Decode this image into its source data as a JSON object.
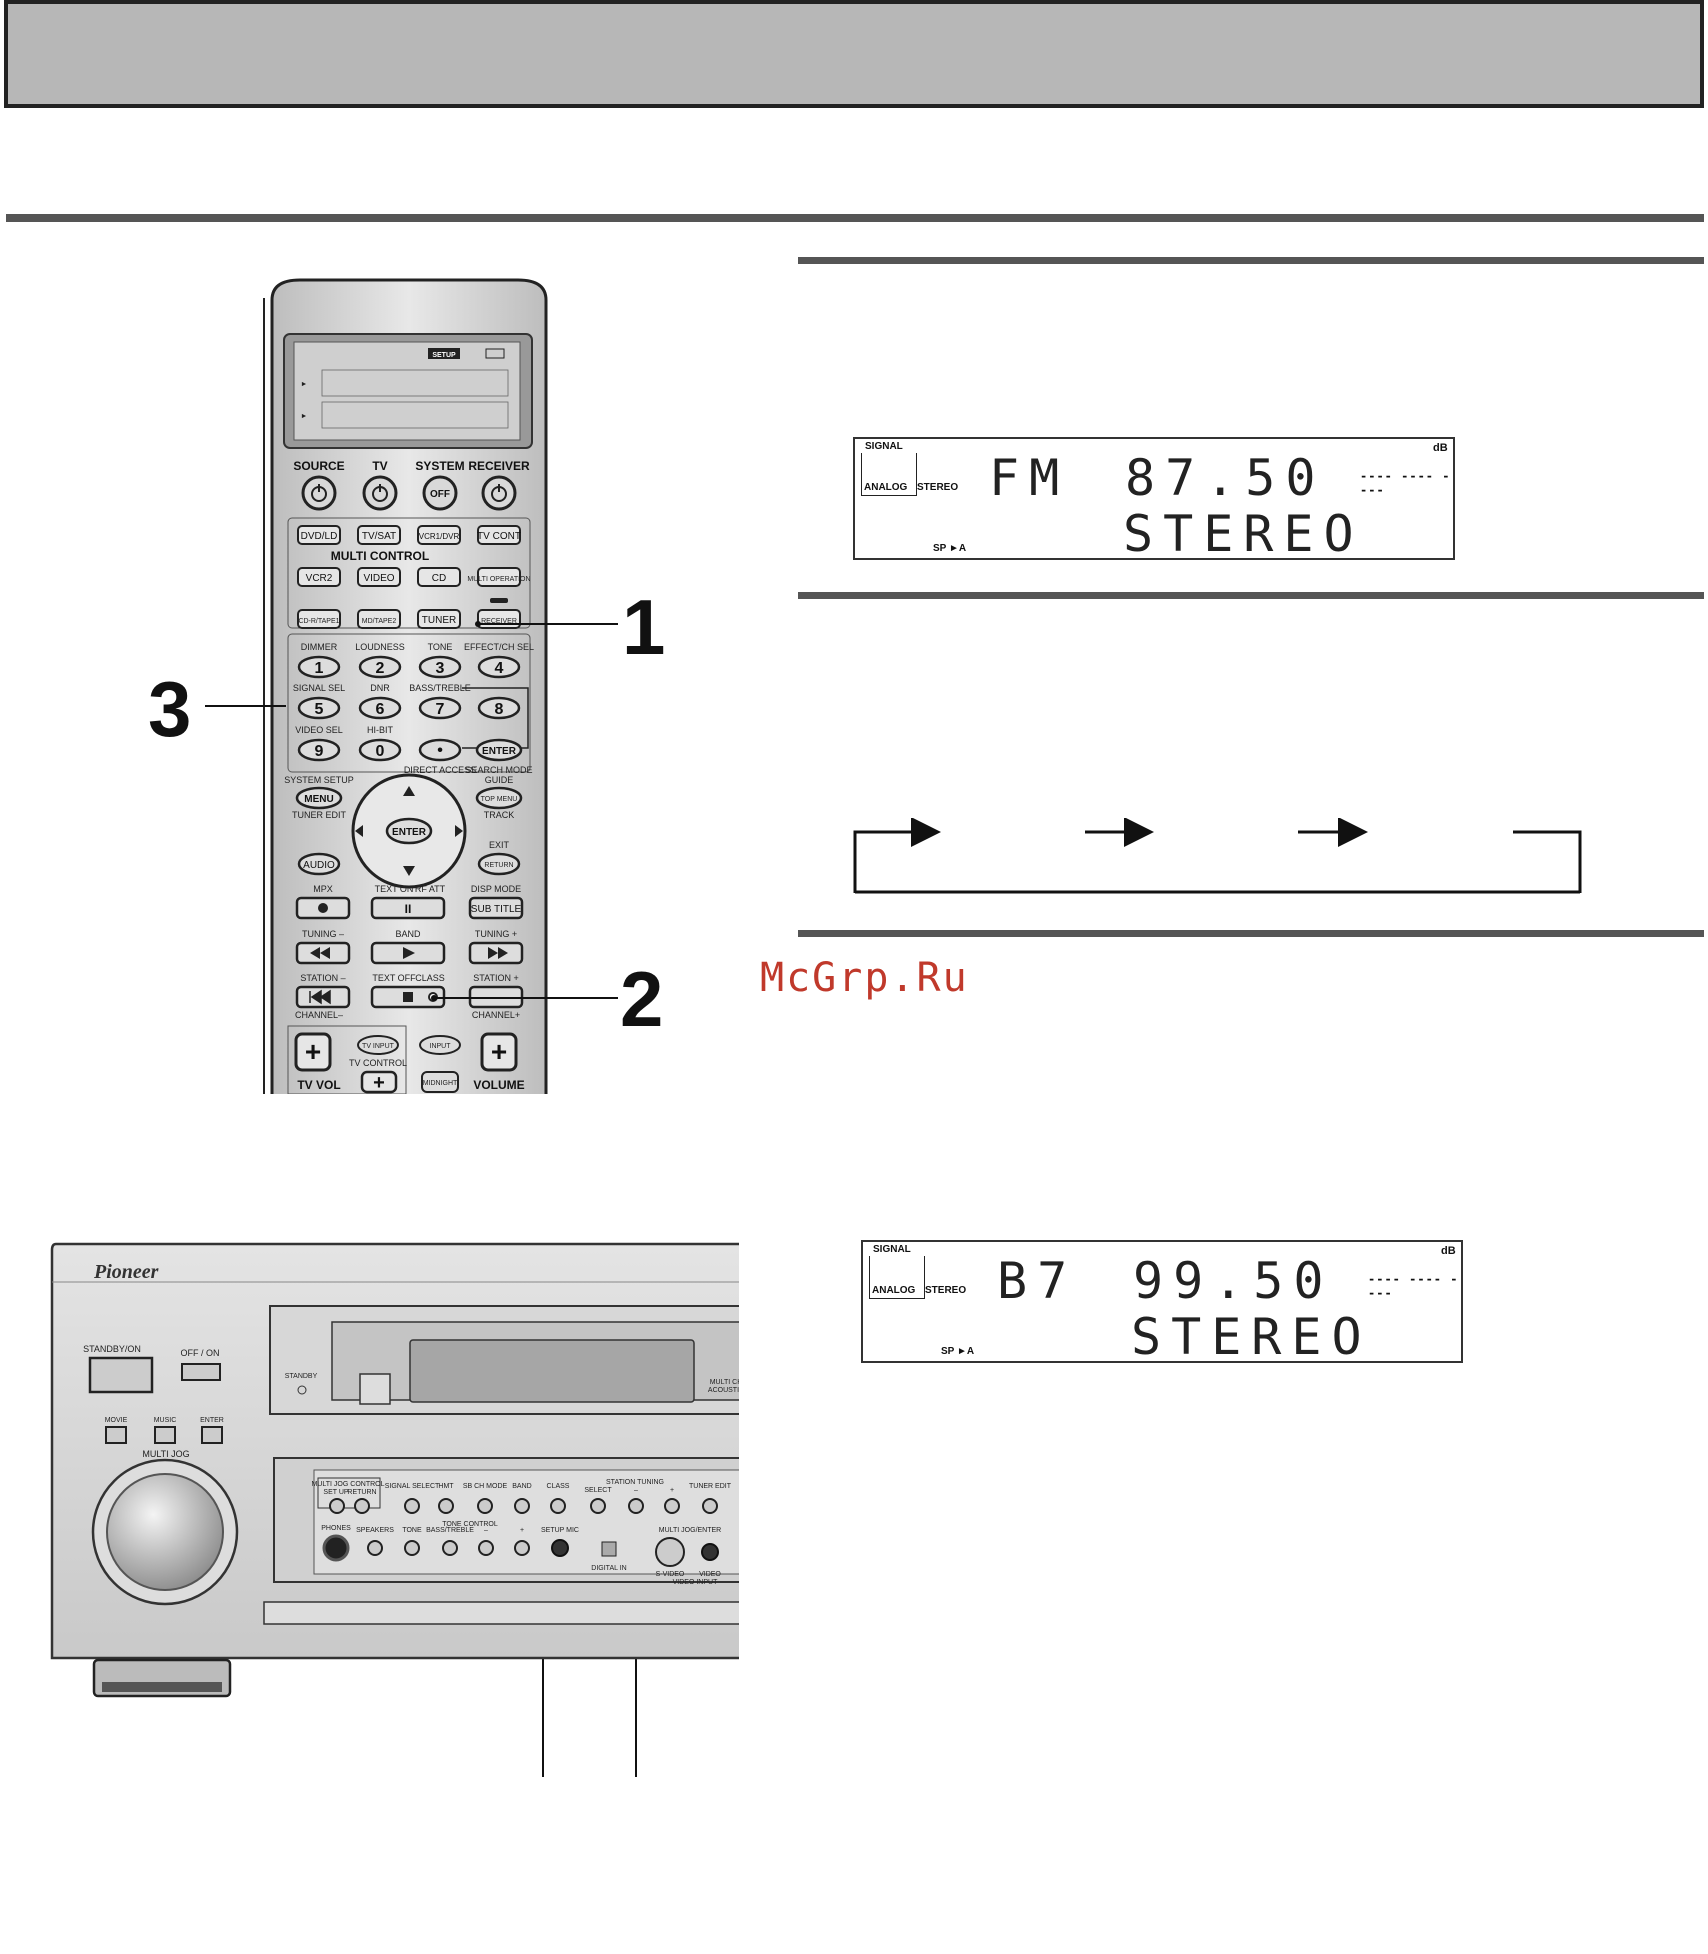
{
  "watermark": "McGrp.Ru",
  "callouts": {
    "one": "1",
    "two": "2",
    "three": "3"
  },
  "remote": {
    "setup_badge": "SETUP",
    "power_labels": [
      "SOURCE",
      "TV",
      "SYSTEM",
      "RECEIVER"
    ],
    "off_label": "OFF",
    "multi_control": "MULTI CONTROL",
    "row1": [
      "DVD/LD",
      "TV/SAT",
      "VCR1/DVR",
      "TV CONT"
    ],
    "row2": [
      "VCR2",
      "VIDEO",
      "CD",
      "MULTI OPERATION"
    ],
    "row3": [
      "CD-R/TAPE1",
      "MD/TAPE2",
      "TUNER",
      "RECEIVER"
    ],
    "num_labels": [
      "DIMMER",
      "LOUDNESS",
      "TONE",
      "EFFECT/CH SEL",
      "SIGNAL SEL",
      "DNR",
      "BASS/TREBLE",
      "",
      "VIDEO SEL",
      "HI-BIT"
    ],
    "nums": [
      "1",
      "2",
      "3",
      "4",
      "5",
      "6",
      "7",
      "8",
      "9",
      "0"
    ],
    "plus": "+",
    "dot_label": "•",
    "enter": "ENTER",
    "direct_access": "DIRECT ACCESS",
    "search_mode": "SEARCH MODE",
    "guide": "GUIDE",
    "system_setup": "SYSTEM SETUP",
    "menu": "MENU",
    "top_menu": "TOP MENU",
    "tuner_edit": "TUNER EDIT",
    "track": "TRACK",
    "audio": "AUDIO",
    "exit": "EXIT",
    "return": "RETURN",
    "mpx": "MPX",
    "text_on": "TEXT ON",
    "rf_att": "RF ATT",
    "disp_mode": "DISP MODE",
    "sub_title": "SUB TITLE",
    "tuning_minus": "TUNING –",
    "band": "BAND",
    "tuning_plus": "TUNING +",
    "station_minus": "STATION –",
    "text_off": "TEXT OFF",
    "class": "CLASS",
    "station_plus": "STATION +",
    "channel_minus": "CHANNEL–",
    "channel_plus": "CHANNEL+",
    "tv_input": "TV INPUT",
    "input": "INPUT",
    "tv_control": "TV CONTROL",
    "midnight": "MIDNIGHT",
    "tv_vol": "TV VOL",
    "volume": "VOLUME"
  },
  "display1": {
    "signal": "SIGNAL",
    "analog": "ANALOG",
    "stereo": "STEREO",
    "db": "dB",
    "sp": "SP ►A",
    "band": "FM",
    "freq": "87.50",
    "line2": "STEREO",
    "meter": "---- ---- ----"
  },
  "display2": {
    "signal": "SIGNAL",
    "analog": "ANALOG",
    "stereo": "STEREO",
    "db": "dB",
    "sp": "SP ►A",
    "band": "B7",
    "freq": "99.50",
    "line2": "STEREO",
    "meter": "---- ---- ----"
  },
  "receiver": {
    "brand": "Pioneer",
    "standby_on": "STANDBY/ON",
    "off_on": "OFF / ON",
    "standby": "STANDBY",
    "movie": "MOVIE",
    "music": "MUSIC",
    "enter": "ENTER",
    "multi_jog": "MULTI JOG",
    "multi_ch": "MULTI CH",
    "acoustic": "ACOUSTIC",
    "multi_jog_control": "MULTI JOG CONTROL",
    "set_up": "SET UP",
    "return": "RETURN",
    "signal_select": "SIGNAL SELECT",
    "hmt": "HMT",
    "sb_ch_mode": "SB CH MODE",
    "band": "BAND",
    "class": "CLASS",
    "station_tuning": "STATION TUNING",
    "select": "SELECT",
    "minus": "–",
    "plus": "+",
    "tuner_edit": "TUNER EDIT",
    "phones": "PHONES",
    "speakers": "SPEAKERS",
    "tone_control": "TONE CONTROL",
    "tone": "TONE",
    "bass_treble": "BASS/TREBLE",
    "setup_mic": "SETUP MIC",
    "digital_in": "DIGITAL IN",
    "multi_jog_enter": "MULTI JOG/ENTER",
    "s_video": "S-VIDEO",
    "video": "VIDEO",
    "video_input": "VIDEO INPUT"
  }
}
